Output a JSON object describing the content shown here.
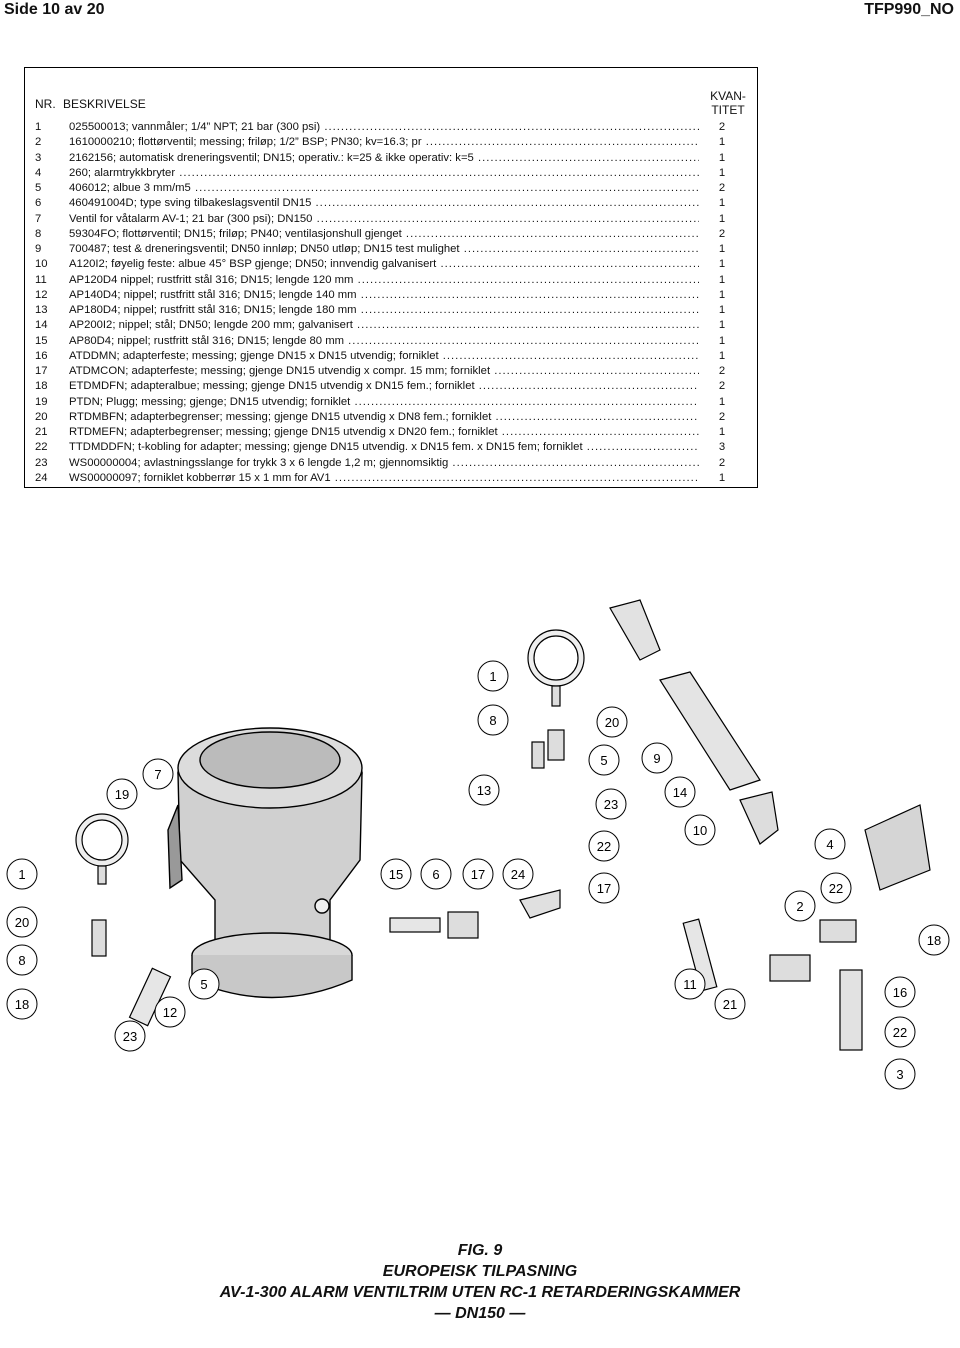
{
  "header": {
    "left": "Side 10 av 20",
    "right": "TFP990_NO"
  },
  "table": {
    "col_nr": "NR.",
    "col_desc": "BESKRIVELSE",
    "col_qty_1": "KVAN-",
    "col_qty_2": "TITET",
    "rows": [
      {
        "n": "1",
        "d": "025500013; vannmåler; 1/4” NPT; 21 bar (300 psi)",
        "q": "2"
      },
      {
        "n": "2",
        "d": "1610000210; flottørventil; messing; friløp; 1/2” BSP; PN30; kv=16.3; pr",
        "q": "1"
      },
      {
        "n": "3",
        "d": "2162156; automatisk dreneringsventil; DN15; operativ.: k=25 & ikke operativ: k=5",
        "q": "1"
      },
      {
        "n": "4",
        "d": "260; alarmtrykkbryter",
        "q": "1"
      },
      {
        "n": "5",
        "d": "406012; albue 3 mm/m5",
        "q": "2"
      },
      {
        "n": "6",
        "d": "460491004D; type sving tilbakeslagsventil DN15",
        "q": "1"
      },
      {
        "n": "7",
        "d": "Ventil for våtalarm AV-1; 21 bar (300 psi); DN150",
        "q": "1"
      },
      {
        "n": "8",
        "d": "59304FO; flottørventil; DN15; friløp; PN40; ventilasjonshull gjenget",
        "q": "2"
      },
      {
        "n": "9",
        "d": "700487; test & dreneringsventil; DN50 innløp; DN50 utløp; DN15 test mulighet",
        "q": "1"
      },
      {
        "n": "10",
        "d": "A120I2; føyelig feste: albue 45° BSP gjenge; DN50; innvendig galvanisert",
        "q": "1"
      },
      {
        "n": "11",
        "d": "AP120D4 nippel; rustfritt stål 316; DN15; lengde 120 mm",
        "q": "1"
      },
      {
        "n": "12",
        "d": "AP140D4; nippel; rustfritt stål 316; DN15; lengde 140 mm",
        "q": "1"
      },
      {
        "n": "13",
        "d": "AP180D4; nippel; rustfritt stål 316; DN15; lengde 180 mm",
        "q": "1"
      },
      {
        "n": "14",
        "d": "AP200I2; nippel; stål; DN50; lengde 200 mm; galvanisert",
        "q": "1"
      },
      {
        "n": "15",
        "d": "AP80D4; nippel; rustfritt stål 316; DN15; lengde 80 mm",
        "q": "1"
      },
      {
        "n": "16",
        "d": "ATDDMN; adapterfeste; messing; gjenge DN15 x DN15 utvendig; forniklet",
        "q": "1"
      },
      {
        "n": "17",
        "d": "ATDMCON; adapterfeste; messing; gjenge DN15 utvendig x compr. 15 mm; forniklet",
        "q": "2"
      },
      {
        "n": "18",
        "d": "ETDMDFN; adapteralbue; messing; gjenge DN15 utvendig x DN15 fem.; forniklet",
        "q": "2"
      },
      {
        "n": "19",
        "d": "PTDN; Plugg; messing; gjenge; DN15 utvendig; forniklet",
        "q": "1"
      },
      {
        "n": "20",
        "d": "RTDMBFN; adapterbegrenser; messing; gjenge DN15 utvendig x DN8 fem.; forniklet",
        "q": "2"
      },
      {
        "n": "21",
        "d": "RTDMEFN; adapterbegrenser; messing; gjenge DN15 utvendig x DN20 fem.; forniklet",
        "q": "1"
      },
      {
        "n": "22",
        "d": "TTDMDDFN; t-kobling for adapter; messing; gjenge DN15 utvendig. x DN15 fem. x DN15 fem; forniklet",
        "q": "3"
      },
      {
        "n": "23",
        "d": "WS00000004; avlastningsslange for trykk 3 x 6  lengde 1,2 m; gjennomsiktig",
        "q": "2"
      },
      {
        "n": "24",
        "d": "WS00000097; forniklet kobberrør 15 x 1 mm for AV1",
        "q": "1"
      }
    ]
  },
  "figure": {
    "callouts": [
      "1",
      "8",
      "20",
      "7",
      "19",
      "5",
      "9",
      "13",
      "23",
      "14",
      "10",
      "22",
      "4",
      "1",
      "15",
      "6",
      "17",
      "24",
      "17",
      "22",
      "2",
      "20",
      "18",
      "8",
      "5",
      "11",
      "21",
      "16",
      "18",
      "23",
      "12",
      "22",
      "3"
    ]
  },
  "caption": {
    "line1": "FIG. 9",
    "line2": "EUROPEISK TILPASNING",
    "line3": "AV-1-300 ALARM VENTILTRIM UTEN RC-1 RETARDERINGSKAMMER",
    "line4": "— DN150 —"
  }
}
